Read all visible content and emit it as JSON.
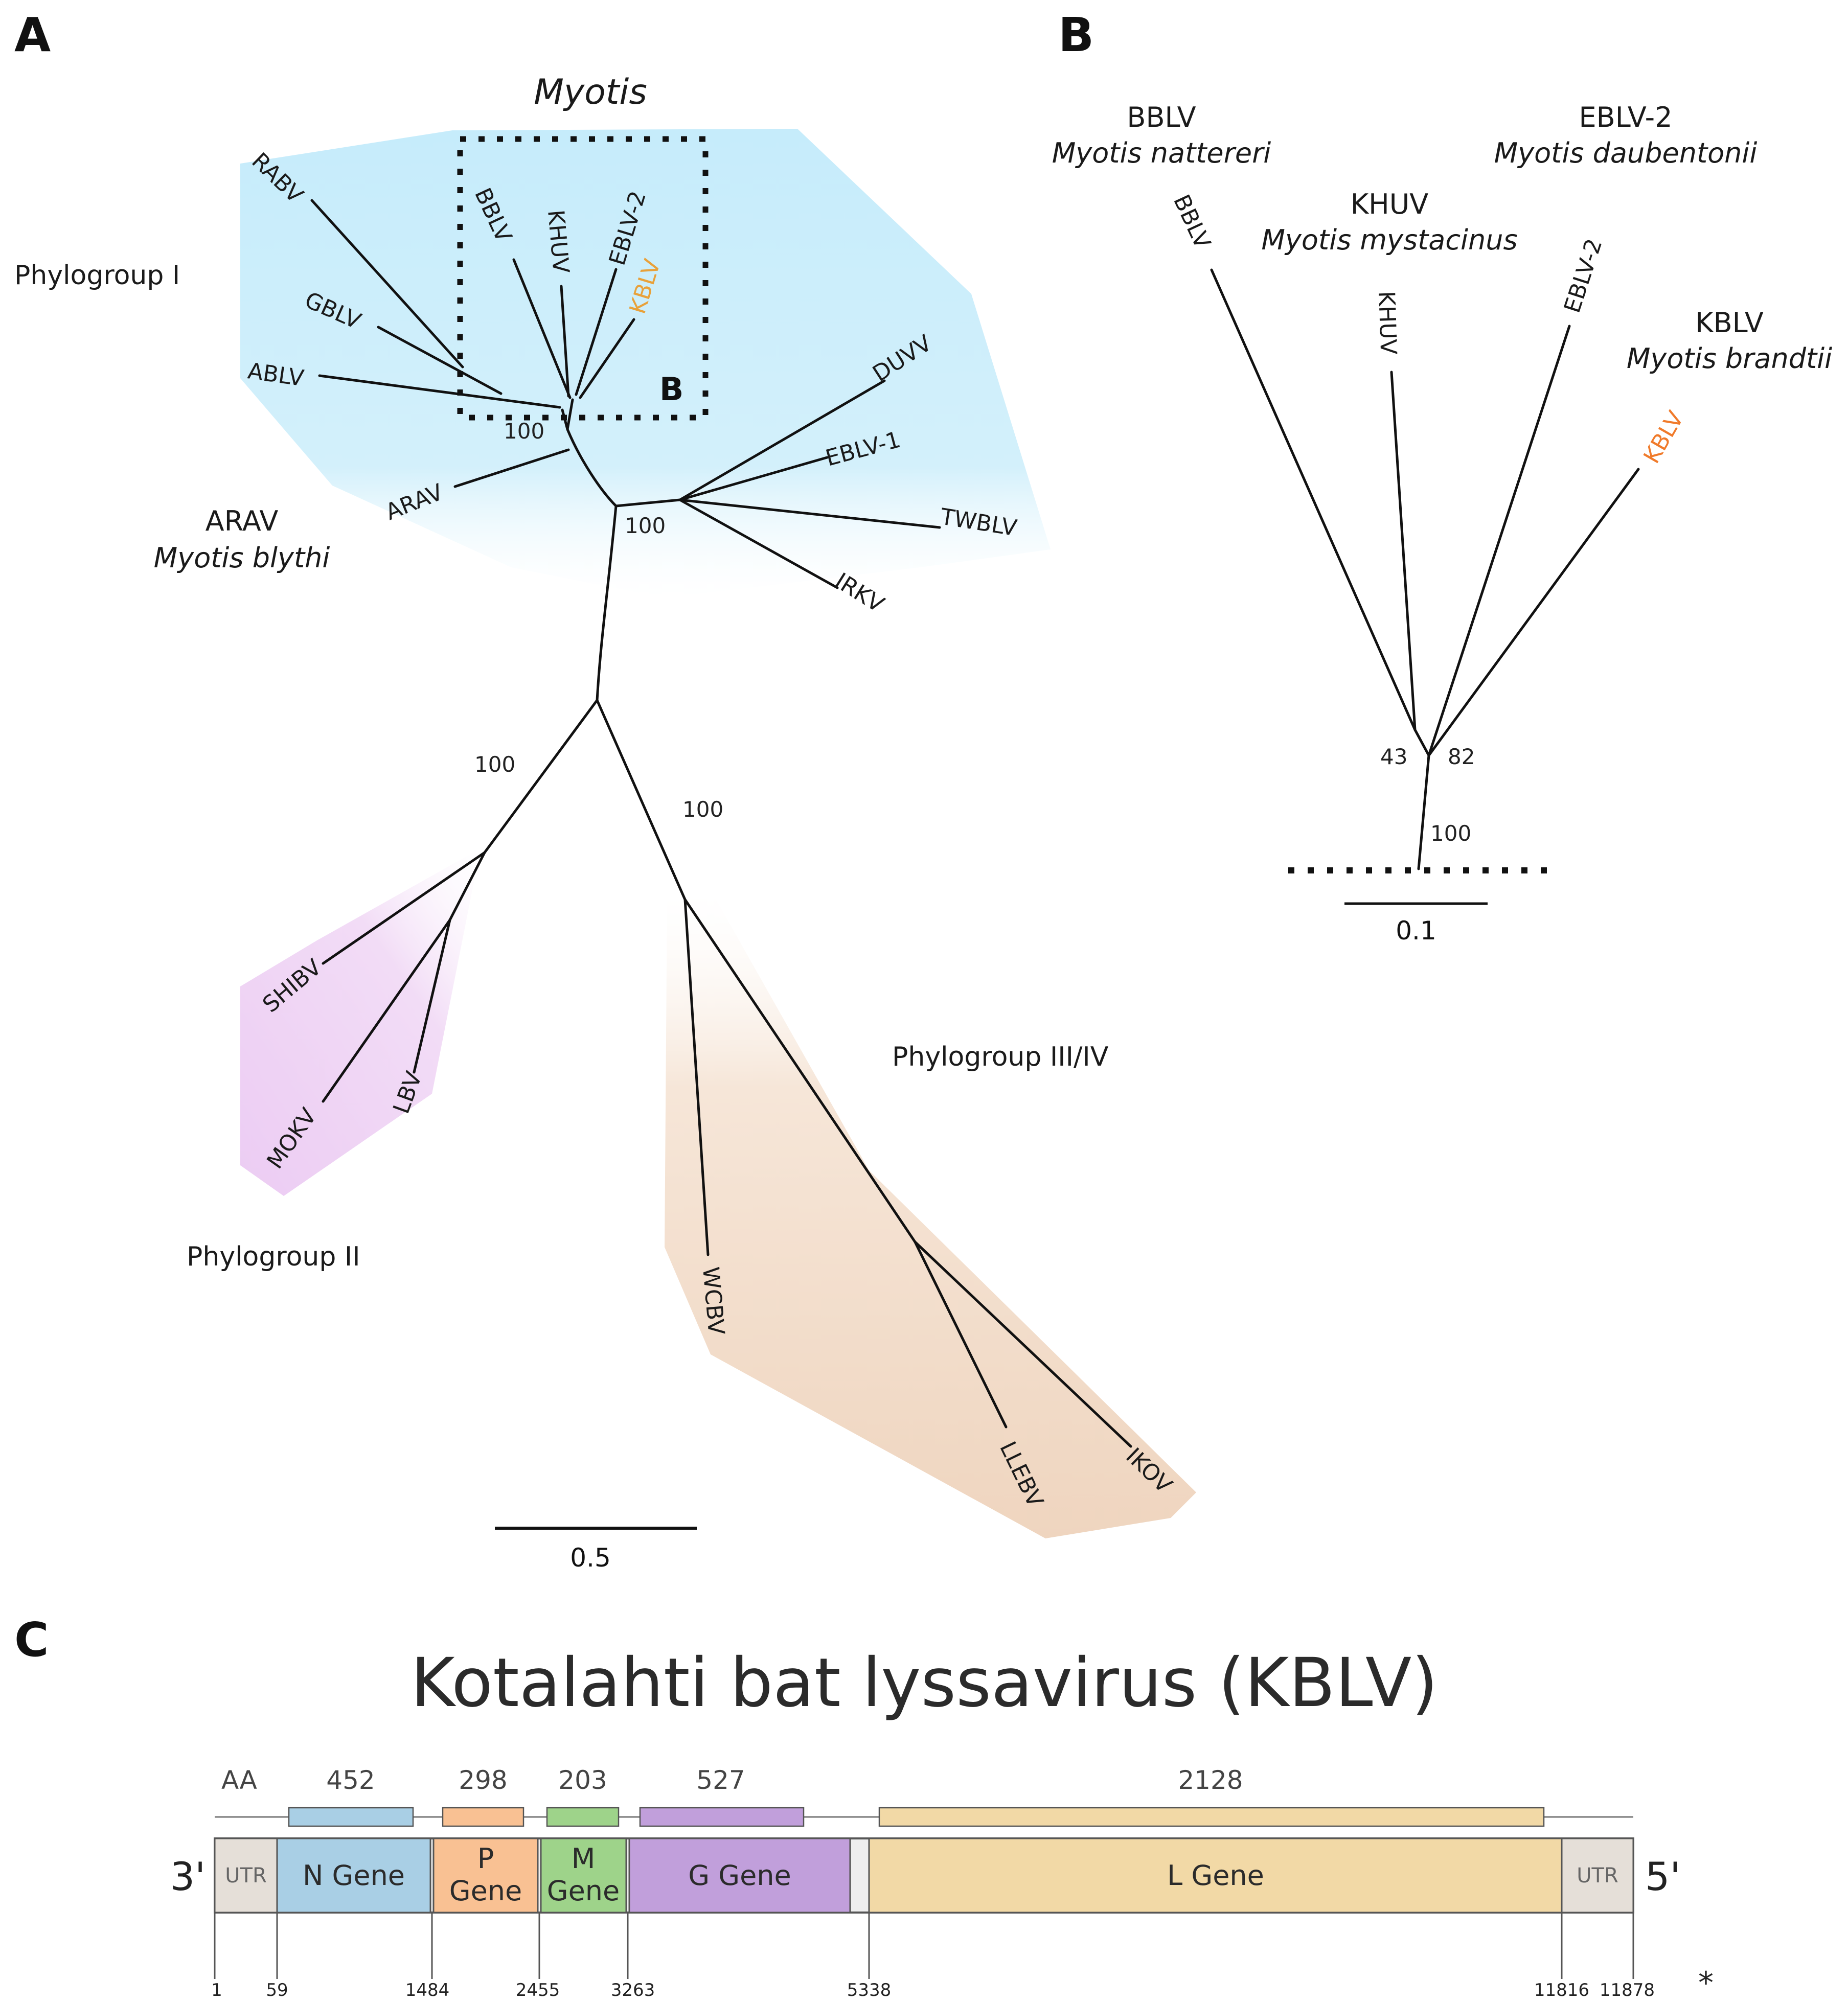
{
  "panels": {
    "a": "A",
    "b": "B",
    "c": "C"
  },
  "colors": {
    "phylogroup_i": "#c9ecfa",
    "phylogroup_ii": "#f0d6f5",
    "phylogroup_iii": "#f2dcc8",
    "kblv_highlight_a": "#e8a13a",
    "kblv_highlight_b": "#f07a2a",
    "n_gene": "#a9cfe5",
    "p_gene": "#f9c193",
    "m_gene": "#9ed38a",
    "g_gene": "#c19fdb",
    "l_gene": "#f2d9a6",
    "utr": "#e5dfd8"
  },
  "tree_a": {
    "clade_label": "Myotis",
    "box_label": "B",
    "phylogroup_i": "Phylogroup I",
    "phylogroup_ii": "Phylogroup II",
    "phylogroup_iii": "Phylogroup III/IV",
    "arav_virus": "ARAV",
    "arav_host": "Myotis blythi",
    "taxa": {
      "rabv": "RABV",
      "gblv": "GBLV",
      "ablv": "ABLV",
      "bblv": "BBLV",
      "khuv": "KHUV",
      "eblv2": "EBLV-2",
      "kblv": "KBLV",
      "arav": "ARAV",
      "duvv": "DUVV",
      "eblv1": "EBLV-1",
      "twblv": "TWBLV",
      "irkv": "IRKV",
      "shibv": "SHIBV",
      "mokv": "MOKV",
      "lbv": "LBV",
      "wcbv": "WCBV",
      "llebv": "LLEBV",
      "ikov": "IKOV"
    },
    "supports": {
      "myotis_node": "100",
      "pg1_node": "100",
      "pg2_branch": "100",
      "pg3_branch": "100"
    },
    "scale_label": "0.5"
  },
  "tree_b": {
    "hosts": [
      {
        "virus": "BBLV",
        "host": "Myotis nattereri"
      },
      {
        "virus": "KHUV",
        "host": "Myotis mystacinus"
      },
      {
        "virus": "EBLV-2",
        "host": "Myotis daubentonii"
      },
      {
        "virus": "KBLV",
        "host": "Myotis brandtii"
      }
    ],
    "taxa": {
      "bblv": "BBLV",
      "khuv": "KHUV",
      "eblv2": "EBLV-2",
      "kblv": "KBLV"
    },
    "supports": {
      "left": "43",
      "right": "82",
      "root": "100"
    },
    "scale_label": "0.1"
  },
  "genome": {
    "title": "Kotalahti bat lyssavirus (KBLV)",
    "aa_label": "AA",
    "aa_lengths": [
      "452",
      "298",
      "203",
      "527",
      "2128"
    ],
    "end_3": "3'",
    "end_5": "5'",
    "utr_label": "UTR",
    "genes": [
      {
        "id": "n",
        "line1": "N Gene",
        "line2": ""
      },
      {
        "id": "p",
        "line1": "P",
        "line2": "Gene"
      },
      {
        "id": "m",
        "line1": "M",
        "line2": "Gene"
      },
      {
        "id": "g",
        "line1": "G Gene",
        "line2": ""
      },
      {
        "id": "l",
        "line1": "L Gene",
        "line2": ""
      }
    ],
    "positions": [
      "1",
      "59",
      "1484",
      "2455",
      "3263",
      "5338",
      "11816",
      "11878"
    ],
    "asterisk": "*"
  }
}
